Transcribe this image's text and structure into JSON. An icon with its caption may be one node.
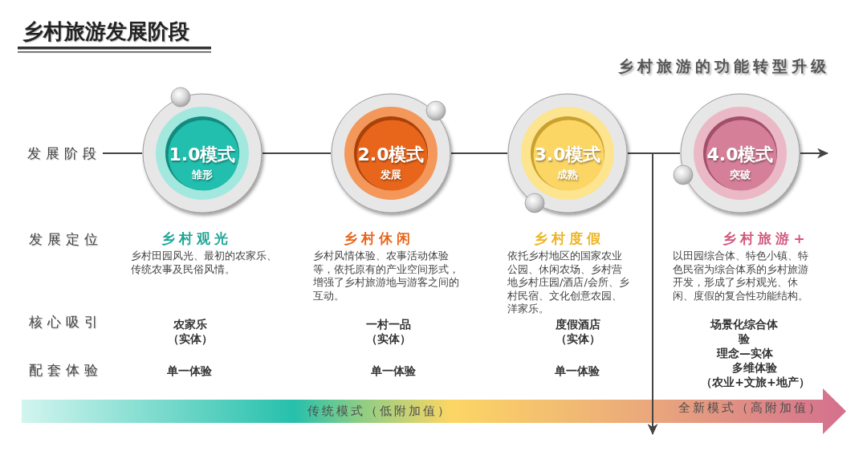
{
  "diagram": {
    "title": "乡村旅游发展阶段",
    "nodes": [
      {
        "text": [
          "发展阶段"
        ]
      },
      {
        "text": [
          "1.0模式",
          "雏形"
        ]
      },
      {
        "text": [
          "2.0模式",
          "发展"
        ]
      },
      {
        "text": [
          "3.0模式",
          "成熟"
        ]
      },
      {
        "text": [
          "4.0模式",
          "突破"
        ]
      },
      {
        "text": [
          "传统模式（低附加值）",
          "全新模式（高附加值）"
        ]
      }
    ],
    "edges": [
      {
        "from": 0,
        "to": 1,
        "arrow": "none"
      },
      {
        "from": 1,
        "to": 2,
        "arrow": "none"
      },
      {
        "from": 2,
        "to": 3,
        "arrow": "none"
      },
      {
        "from": 3,
        "to": 4,
        "arrow": "none"
      },
      {
        "from": 4,
        "to": null,
        "arrow": "to"
      },
      {
        "from": null,
        "to": 5,
        "arrow": "to"
      }
    ],
    "labels": [
      "乡村旅游的功能转型升级",
      "发展定位",
      "乡村观光",
      "乡村休闲",
      "乡村度假",
      "乡村旅游+",
      "乡村田园风光、最初的农家乐、传统农事及民俗风情。",
      "乡村风情体验、农事活动体验等，依托原有的产业空间形式，增强了乡村旅游地与游客之间的互动。",
      "依托乡村地区的国家农业公园、休闲农场、乡村营地乡村庄园/酒店/会所、乡村民宿、文化创意农园、洋家乐。",
      "以田园综合体、特色小镇、特色民宿为综合体系的乡村旅游开发，形成了乡村观光、休闲、度假的复合性功能结构。",
      "核心吸引",
      "农家乐（实体）",
      "一村一品（实体）",
      "度假酒店（实体）",
      "场景化综合体验",
      "配套体验",
      "单一体验",
      "单一体验",
      "单一体验",
      "理念—实体",
      "多维体验",
      "（农业+文旅+地产）"
    ]
  }
}
